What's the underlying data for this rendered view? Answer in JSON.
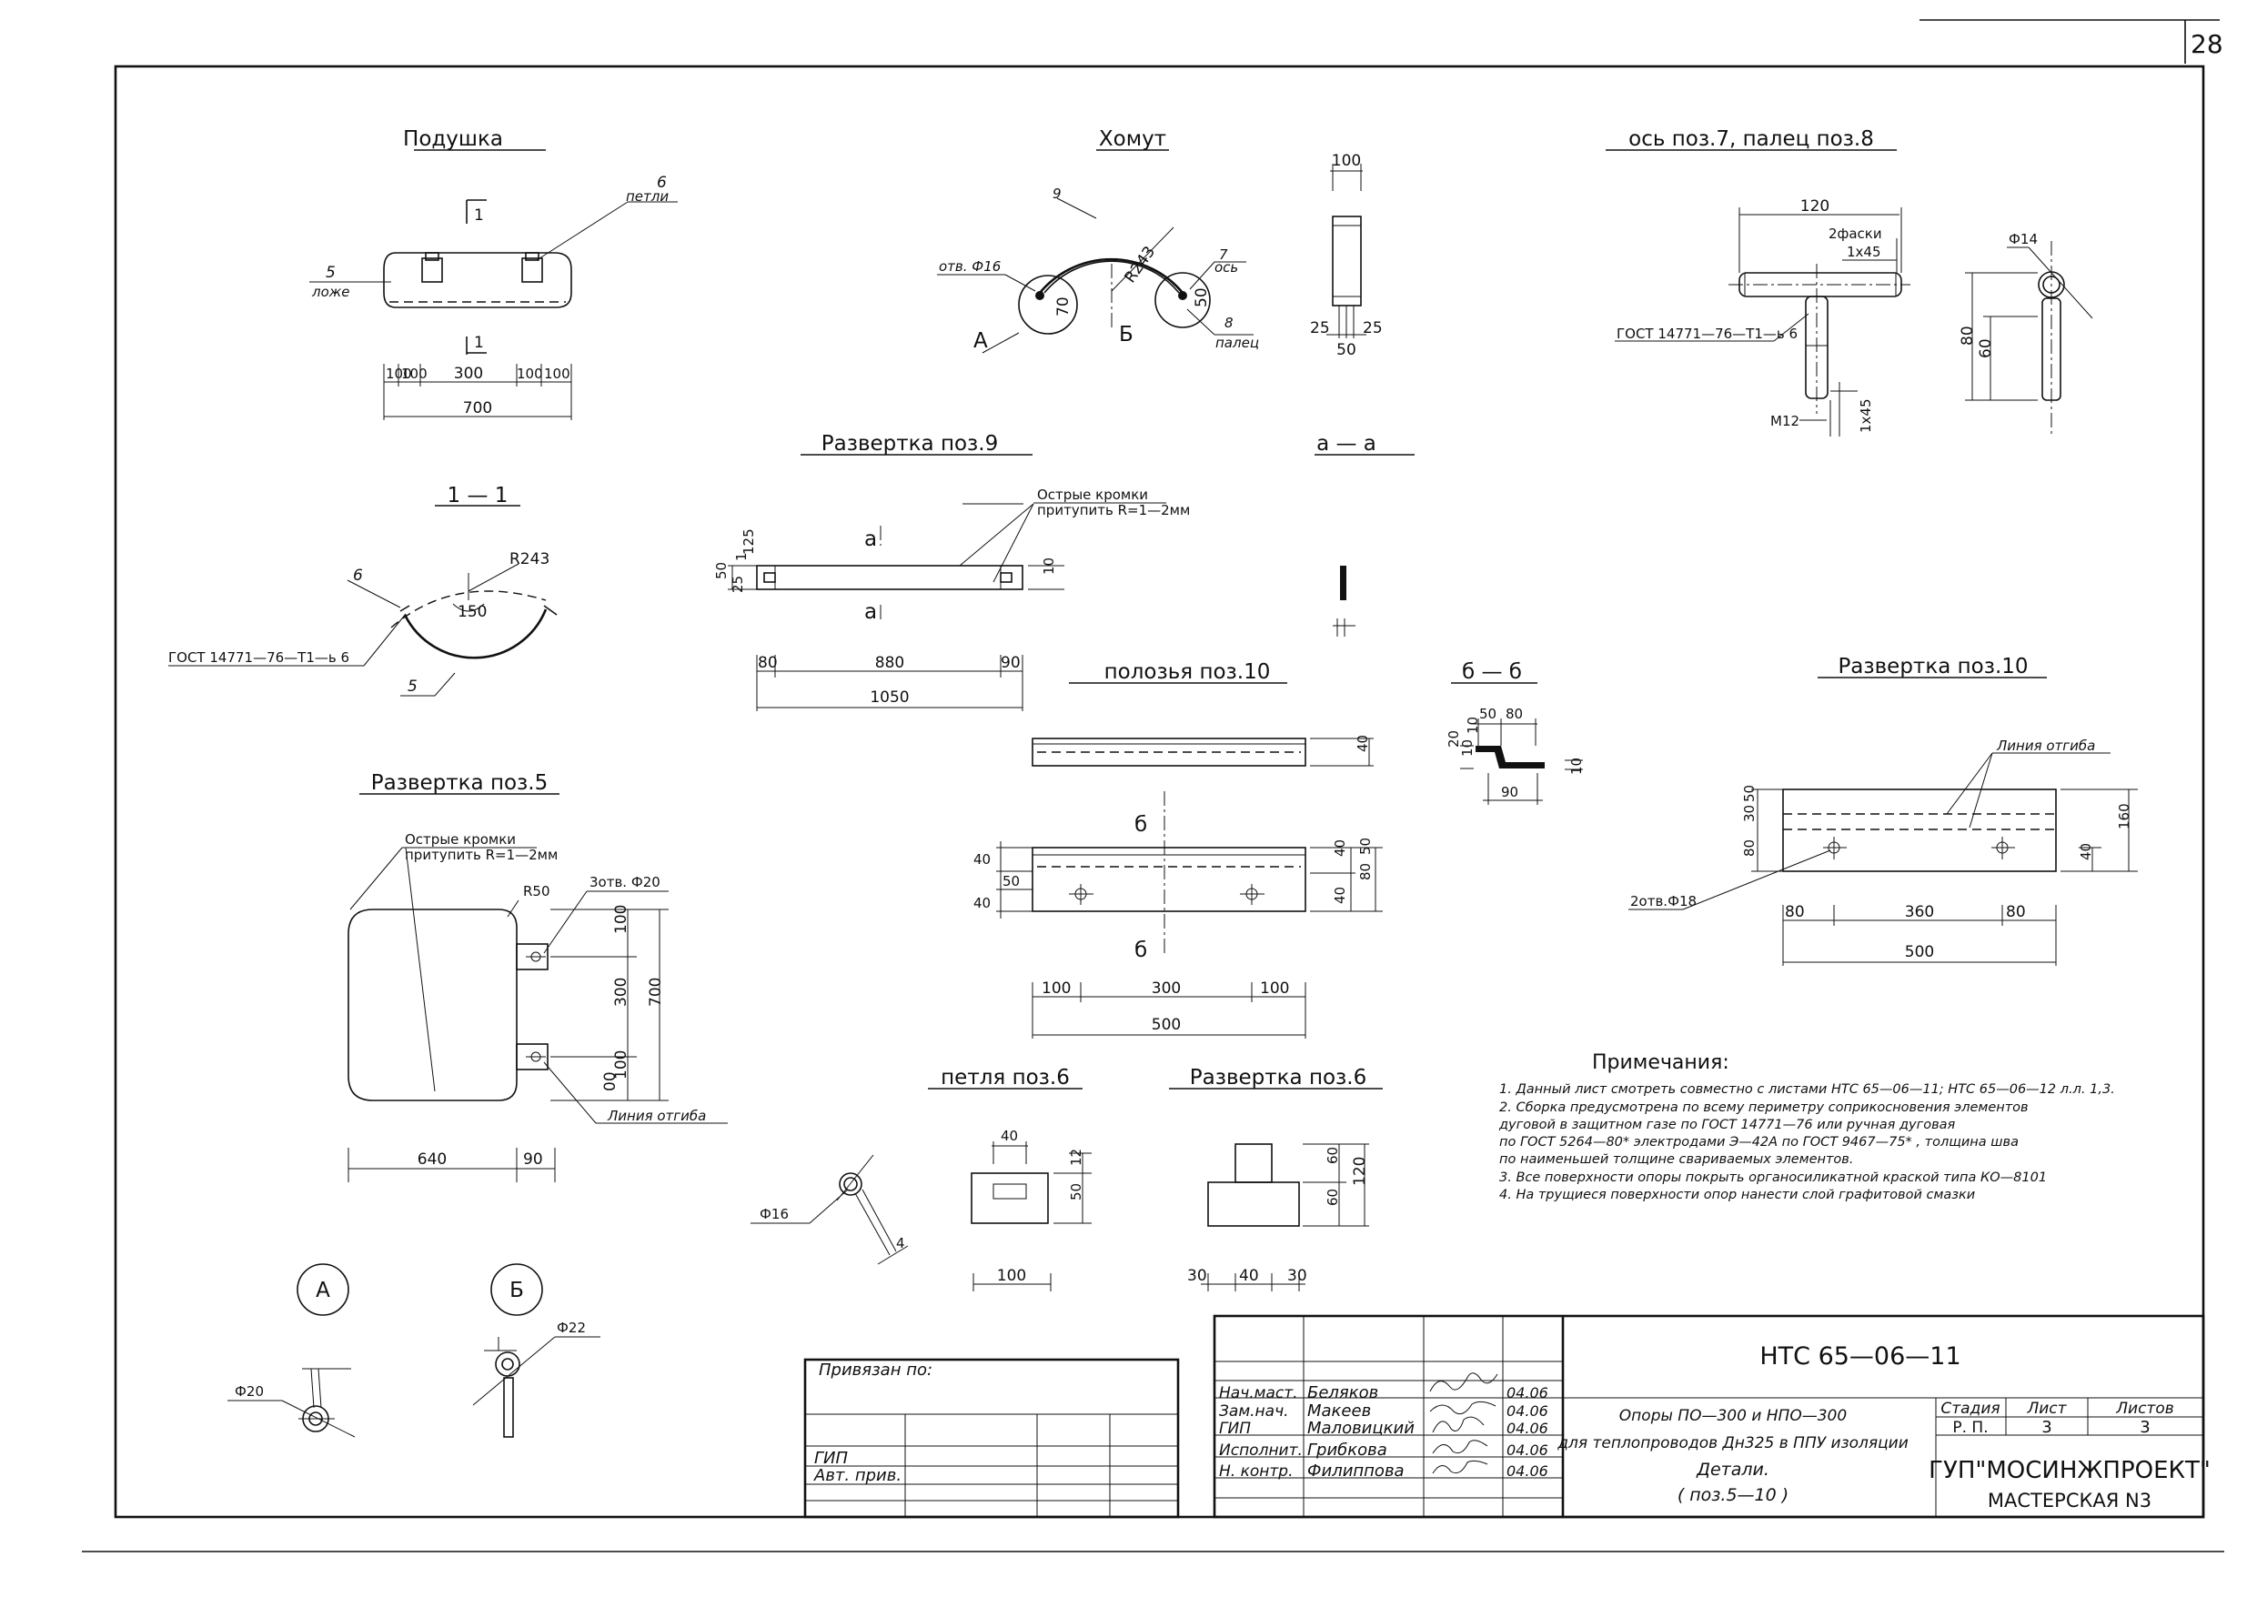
{
  "sheet_number": "28",
  "views": {
    "podushka": {
      "title": "Подушка",
      "section_mark": "1",
      "pos6": "6",
      "pos6_label": "петли",
      "pos5": "5",
      "pos5_label": "ложе",
      "d1": "100",
      "d2": "100",
      "d3": "300",
      "d4": "100",
      "d5": "100",
      "total": "700"
    },
    "section11": {
      "title": "1 — 1",
      "radius": "R243",
      "angle": "150",
      "pos6": "6",
      "pos5": "5",
      "gost": "ГОСТ 14771—76—Т1—ь 6"
    },
    "khomut": {
      "title": "Хомут",
      "pos9": "9",
      "hole": "отв. Ф16",
      "radius": "R243",
      "d70": "70",
      "d50": "50",
      "pos7": "7",
      "pos7_label": "ось",
      "pos8": "8",
      "pos8_label": "палец",
      "view_a": "А",
      "view_b": "Б"
    },
    "side": {
      "w100": "100",
      "d25a": "25",
      "d25b": "25",
      "d50": "50"
    },
    "axis": {
      "title": "ось поз.7, палец поз.8",
      "len120": "120",
      "chamfer": "2фаски",
      "chamfer2": "1х45",
      "dia14": "Ф14",
      "gost": "ГОСТ 14771—76—Т1—ь 6",
      "h80": "80",
      "h60": "60",
      "m12": "М12",
      "chamfer3": "1х45"
    },
    "razv9": {
      "title": "Развертка поз.9",
      "note1": "Острые кромки",
      "note2": "притупить R=1—2мм",
      "cut": "а",
      "d50": "50",
      "d25": "25",
      "d1": "1",
      "d125": "125",
      "d10": "10",
      "d80": "80",
      "d880": "880",
      "d90": "90",
      "total": "1050"
    },
    "section_aa": {
      "title": "а — а"
    },
    "polozya": {
      "title": "полозья поз.10",
      "cut": "б",
      "d40": "40",
      "d50": "50",
      "d40b": "40",
      "d100a": "100",
      "d300": "300",
      "d100b": "100",
      "total": "500",
      "r40": "40",
      "r80": "80",
      "r50": "50",
      "r40b": "40"
    },
    "section_bb": {
      "title": "б — б",
      "d50": "50",
      "d80": "80",
      "d20": "20",
      "d10": "10",
      "d10b": "10",
      "d90": "90",
      "d10c": "10"
    },
    "razv10": {
      "title": "Развертка поз.10",
      "bend": "Линия отгиба",
      "holes": "2отв.Ф18",
      "d80": "80",
      "d30": "30",
      "d50": "50",
      "d40": "40",
      "h160": "160",
      "d80b": "80",
      "d360": "360",
      "d80c": "80",
      "total": "500"
    },
    "razv5": {
      "title": "Развертка поз.5",
      "note1": "Острые кромки",
      "note2": "притупить R=1—2мм",
      "r50": "R50",
      "holes": "3отв. Ф20",
      "bend": "Линия отгиба",
      "d100a": "100",
      "d300": "300",
      "d100b": "100",
      "d00": "00",
      "total": "700",
      "w640": "640",
      "w90": "90"
    },
    "petlya": {
      "title": "петля поз.6",
      "d16": "Ф16",
      "d4": "4",
      "d40": "40",
      "d12": "12",
      "d50": "50",
      "w100": "100"
    },
    "razv6": {
      "title": "Развертка поз.6",
      "d60a": "60",
      "d60b": "60",
      "d120": "120",
      "d30a": "30",
      "d40": "40",
      "d30b": "30"
    },
    "details": {
      "a": "А",
      "b": "Б",
      "d20": "Ф20",
      "d22": "Ф22"
    },
    "notes": {
      "heading": "Примечания:",
      "items": [
        "1. Данный лист смотреть совместно с листами НТС 65—06—11; НТС 65—06—12  л.л. 1,3.",
        "2. Сборка предусмотрена по всему периметру соприкосновения элементов",
        "    дуговой в защитном газе по ГОСТ 14771—76 или ручная дуговая",
        "    по ГОСТ 5264—80* электродами Э—42А по ГОСТ 9467—75* , толщина шва",
        "    по наименьшей толщине свариваемых элементов.",
        "3. Все поверхности опоры покрыть органосиликатной краской типа КО—8101",
        "4. На трущиеся поверхности опор нанести слой графитовой смазки"
      ]
    },
    "stamp": {
      "binding_label": "Привязан по:",
      "gip": "ГИП",
      "avt": "Авт. прив.",
      "roles": [
        "Нач.маст.",
        "Зам.нач.",
        "ГИП",
        "Исполнит.",
        "Н. контр."
      ],
      "names": [
        "Беляков",
        "Макеев",
        "Маловицкий",
        "Грибкова",
        "Филиппова"
      ],
      "dates": [
        "04.06",
        "04.06",
        "04.06",
        "04.06",
        "04.06"
      ],
      "code": "НТС 65—06—11",
      "desc1": "Опоры ПО—300 и НПО—300",
      "desc2": "для теплопроводов Дн325 в ППУ изоляции",
      "desc3": "Детали.",
      "desc4": "( поз.5—10 )",
      "stage_h": "Стадия",
      "sheet_h": "Лист",
      "sheets_h": "Листов",
      "stage": "Р. П.",
      "sheet": "3",
      "sheets": "3",
      "org1": "ГУП\"МОСИНЖПРОЕКТ\"",
      "org2": "МАСТЕРСКАЯ N3"
    }
  }
}
